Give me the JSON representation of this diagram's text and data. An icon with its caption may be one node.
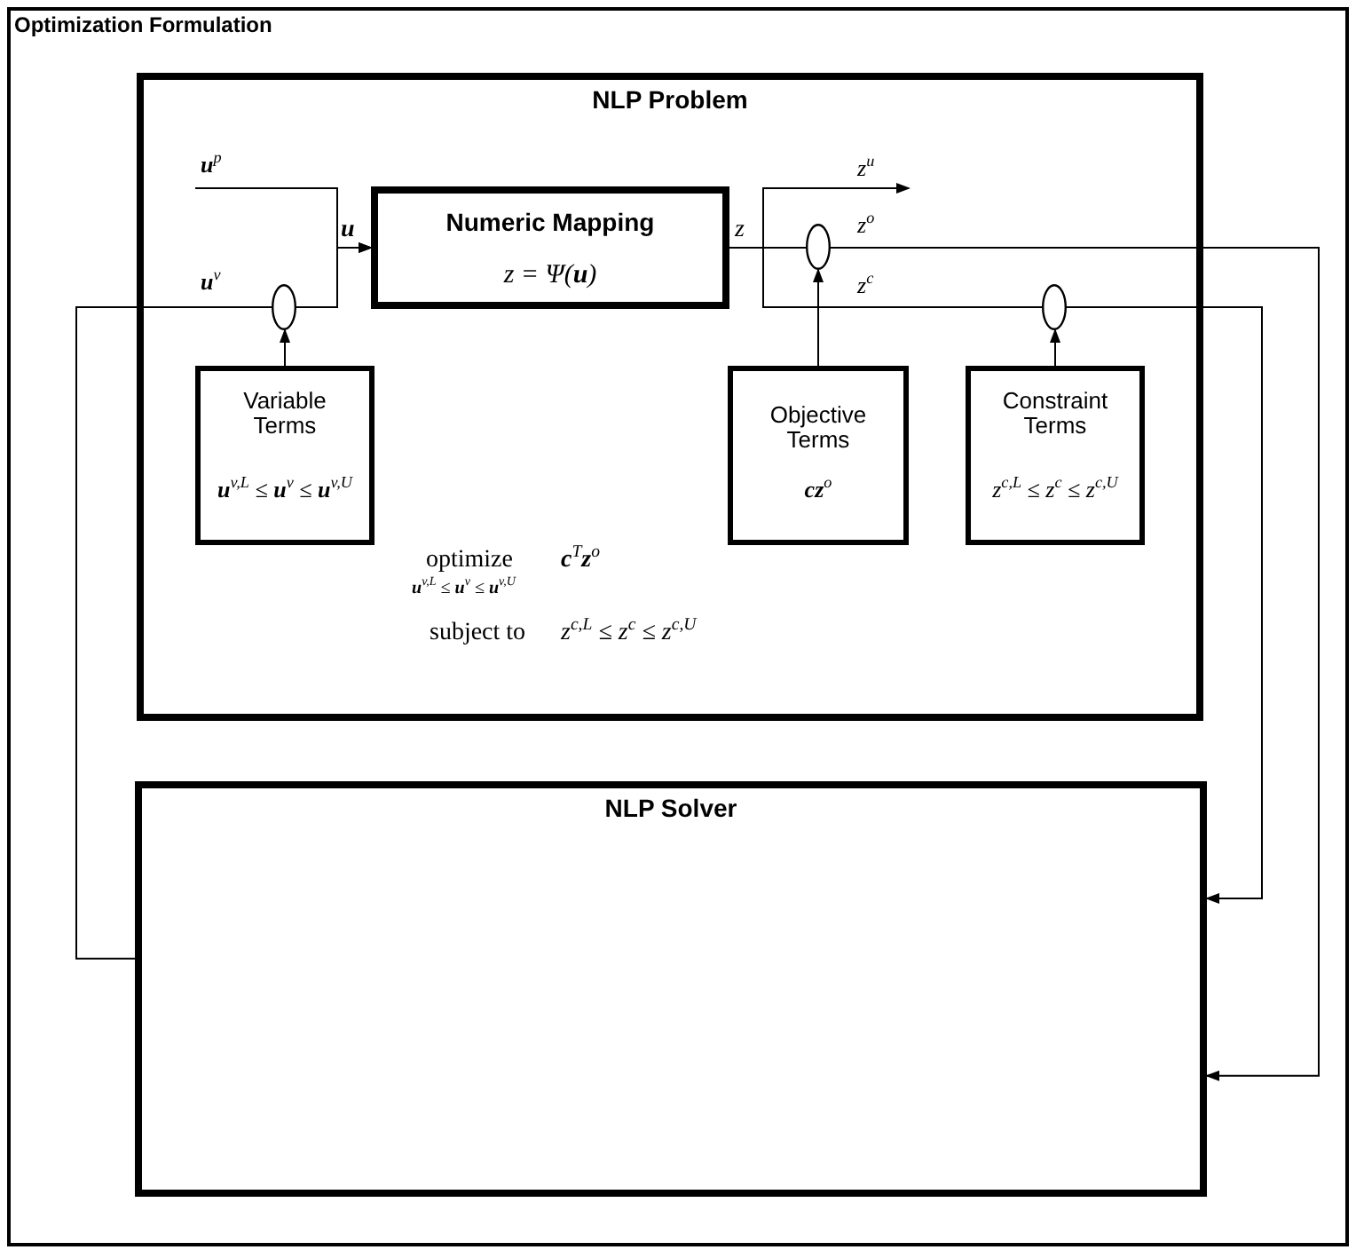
{
  "diagram": {
    "nodes": [
      {
        "text": [
          "Optimization Formulation"
        ]
      },
      {
        "text": [
          "NLP Problem"
        ],
        "in": 0
      },
      {
        "text": [
          "Numeric Mapping",
          "z = Ψ(**u**)"
        ],
        "in": 1
      },
      {
        "text": [
          "Variable Terms",
          "**u**$^{v,L}$ ≤ **u**$^{v}$ ≤ **u**$^{v,U}$"
        ],
        "in": 1
      },
      {
        "text": [
          "Objective Terms",
          "**cz**$^{o}$"
        ],
        "in": 1
      },
      {
        "text": [
          "Constraint Terms",
          "z$^{c,L}$ ≤ z$^{c}$ ≤ z$^{c,U}$"
        ],
        "in": 1
      },
      {
        "text": [],
        "shape": "ellipse",
        "in": 1
      },
      {
        "text": [],
        "shape": "ellipse",
        "in": 1
      },
      {
        "text": [],
        "shape": "ellipse",
        "in": 1
      },
      {
        "text": [
          "NLP Solver"
        ],
        "in": 0
      }
    ],
    "edges": [
      {
        "from": null,
        "to": 2,
        "arrow": "to",
        "label": "**u**$^{p}$"
      },
      {
        "from": 9,
        "to": 2,
        "arrow": "to",
        "label": "**u**$^{v}$"
      },
      {
        "from": 2,
        "to": null,
        "arrow": "to",
        "label": "z$^{u}$"
      },
      {
        "from": 2,
        "to": 9,
        "arrow": "to",
        "label": "z$^{o}$"
      },
      {
        "from": 2,
        "to": 9,
        "arrow": "to",
        "label": "z$^{c}$"
      },
      {
        "from": 3,
        "to": 6,
        "arrow": "to"
      },
      {
        "from": 4,
        "to": 7,
        "arrow": "to"
      },
      {
        "from": 5,
        "to": 8,
        "arrow": "to"
      }
    ],
    "labels": [
      "u",
      "z",
      "optimize",
      "**u**$^{v,L}$ ≤ **u**$^{v}$ ≤ **u**$^{v,U}$",
      "**c**$^{T}$**z**$^{o}$",
      "subject to",
      "z$^{c,L}$ ≤ z$^{c}$ ≤ z$^{c,U}$"
    ]
  }
}
